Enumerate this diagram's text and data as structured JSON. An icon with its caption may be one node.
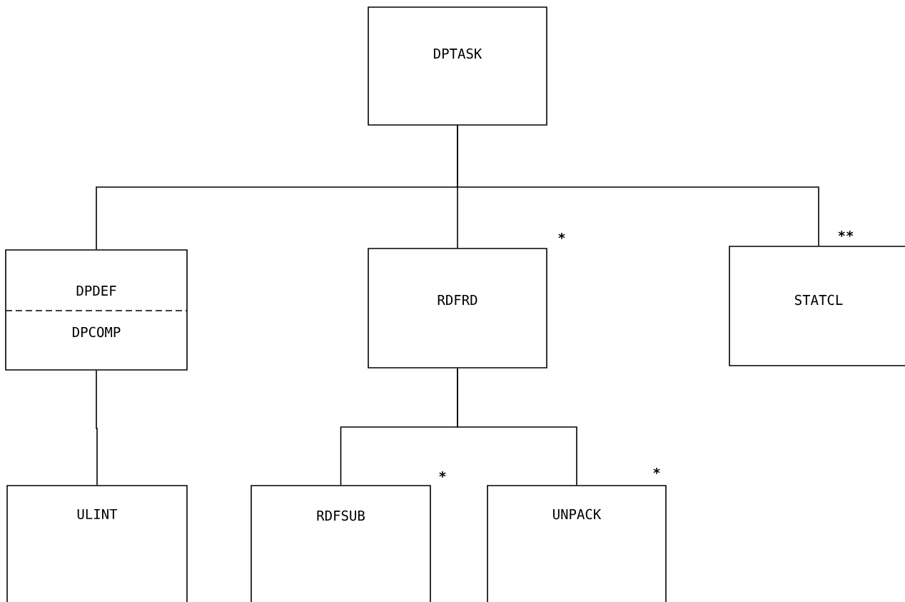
{
  "diagram": {
    "nodes": [
      {
        "text": [
          "DPTASK"
        ]
      },
      {
        "text": [
          "DPDEF",
          "DPCOMP"
        ]
      },
      {
        "text": [
          "RDFRD"
        ],
        "beside": [
          "*"
        ]
      },
      {
        "text": [
          "STATCL"
        ],
        "beside": [
          "**"
        ]
      },
      {
        "text": [
          "ULINT"
        ]
      },
      {
        "text": [
          "RDFSUB"
        ],
        "beside": [
          "*"
        ]
      },
      {
        "text": [
          "UNPACK"
        ],
        "beside": [
          "*"
        ]
      }
    ],
    "edges": [
      {
        "from": 0,
        "to": 1,
        "arrow": "none"
      },
      {
        "from": 0,
        "to": 2,
        "arrow": "none"
      },
      {
        "from": 0,
        "to": 3,
        "arrow": "none"
      },
      {
        "from": 1,
        "to": 4,
        "arrow": "none"
      },
      {
        "from": 2,
        "to": 5,
        "arrow": "none"
      },
      {
        "from": 2,
        "to": 6,
        "arrow": "none"
      }
    ]
  }
}
